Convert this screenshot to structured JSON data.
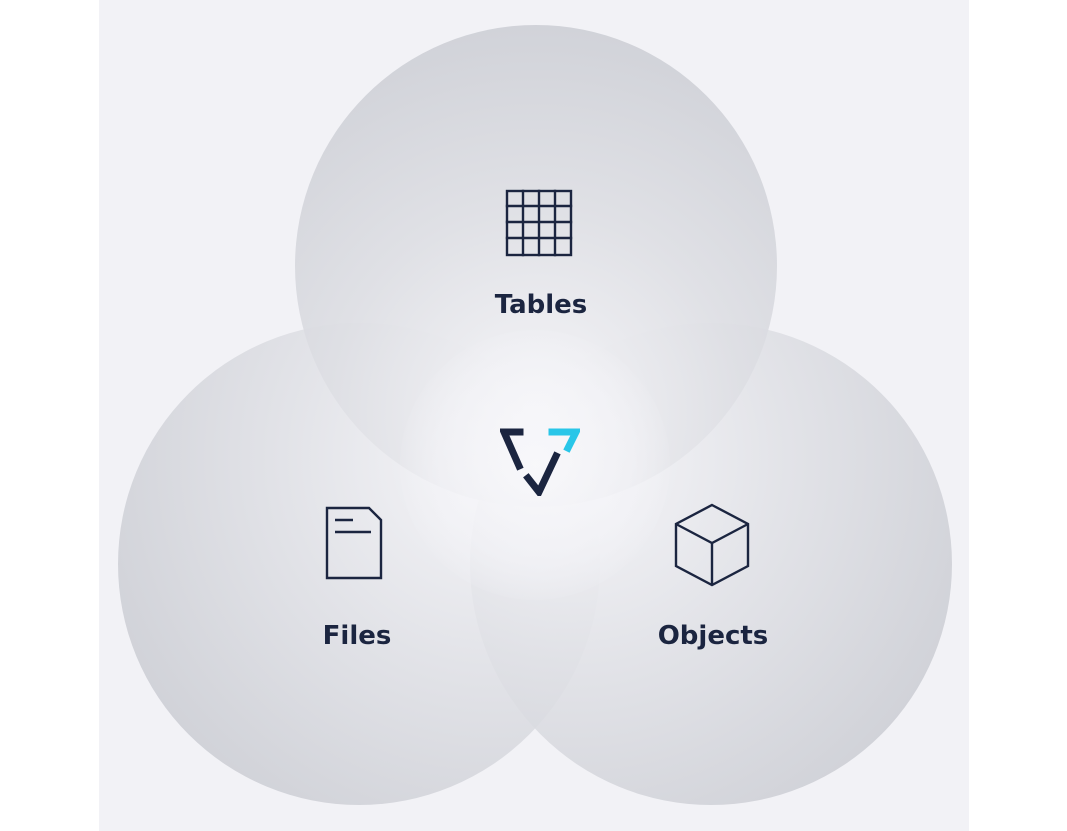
{
  "diagram": {
    "type": "venn",
    "sets": [
      {
        "label": "Tables",
        "icon": "table-grid-icon"
      },
      {
        "label": "Files",
        "icon": "file-document-icon"
      },
      {
        "label": "Objects",
        "icon": "cube-icon"
      }
    ],
    "center": {
      "icon": "brand-logo-icon"
    },
    "colors": {
      "background": "#f2f2f6",
      "text": "#1b2540",
      "icon_stroke": "#1b2540",
      "logo_dark": "#1b2540",
      "logo_accent": "#29c6e8"
    }
  }
}
